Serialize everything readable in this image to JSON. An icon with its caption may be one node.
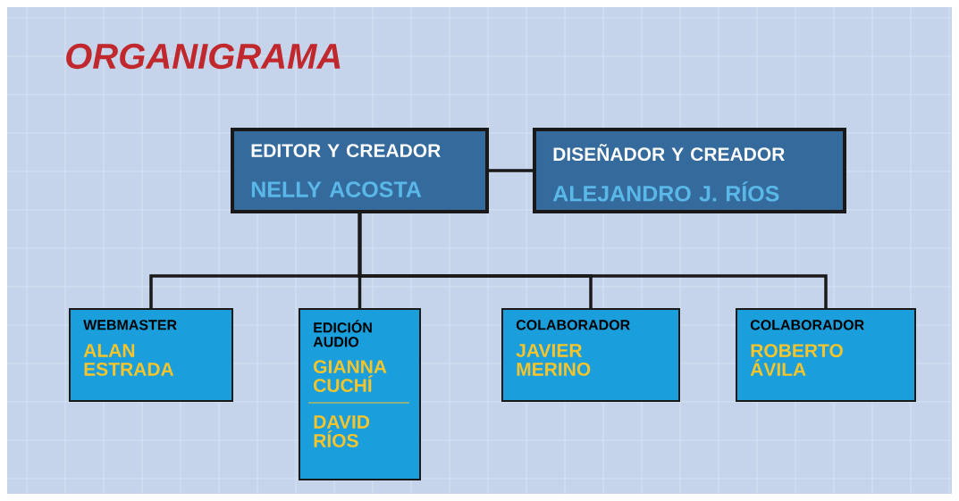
{
  "diagram": {
    "title": "ORGANIGRAMA",
    "nodes": [
      {
        "text": [
          "EDITOR Y CREADOR",
          "NELLY ACOSTA"
        ]
      },
      {
        "text": [
          "DISEÑADOR Y CREADOR",
          "ALEJANDRO J. RÍOS"
        ]
      },
      {
        "text": [
          "WEBMASTER",
          "ALAN ESTRADA"
        ]
      },
      {
        "text": [
          "EDICIÓN AUDIO",
          "GIANNA CUCHÍ",
          "DAVID RÍOS"
        ]
      },
      {
        "text": [
          "COLABORADOR",
          "JAVIER MERINO"
        ]
      },
      {
        "text": [
          "COLABORADOR",
          "ROBERTO ÁVILA"
        ]
      }
    ],
    "edges": [
      {
        "from": 0,
        "to": 1,
        "arrow": "none"
      },
      {
        "from": 0,
        "to": 2,
        "arrow": "none"
      },
      {
        "from": 0,
        "to": 3,
        "arrow": "none"
      },
      {
        "from": 0,
        "to": 4,
        "arrow": "none"
      },
      {
        "from": 0,
        "to": 5,
        "arrow": "none"
      }
    ]
  }
}
